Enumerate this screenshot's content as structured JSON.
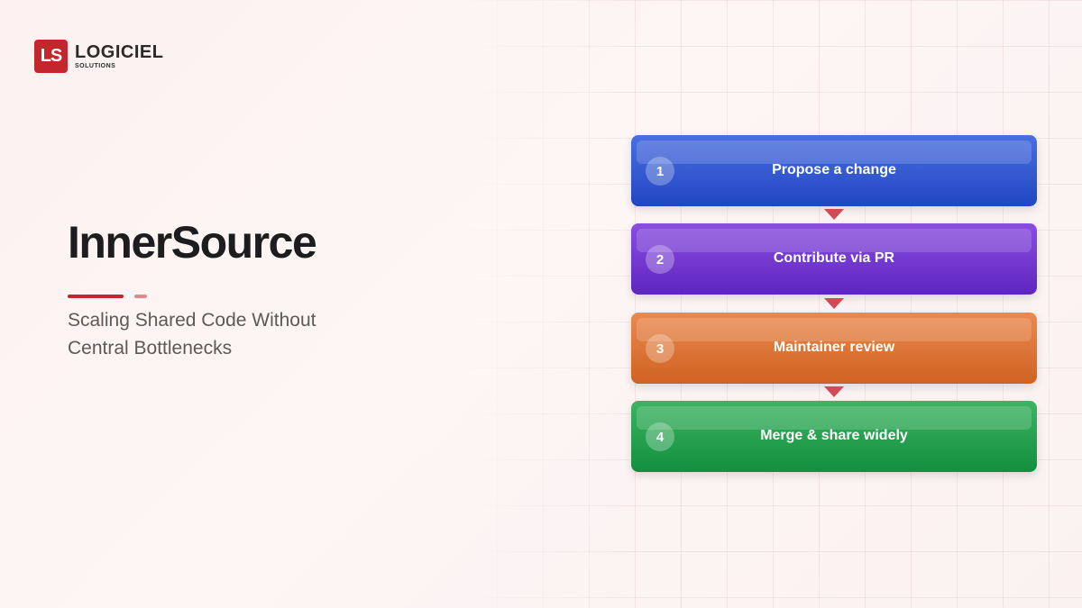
{
  "logo": {
    "mark": "LS",
    "name": "LOGICIEL",
    "sub": "SOLUTIONS"
  },
  "title": "InnerSource",
  "subtitle_lines": [
    "Scaling Shared Code Without",
    "Central Bottlenecks"
  ],
  "steps": [
    {
      "num": "1",
      "label": "Propose a change",
      "color_top": "#4a6fe0",
      "color_bottom": "#2146c2"
    },
    {
      "num": "2",
      "label": "Contribute via PR",
      "color_top": "#8a4ee0",
      "color_bottom": "#5e26c0"
    },
    {
      "num": "3",
      "label": "Maintainer review",
      "color_top": "#ea8a4f",
      "color_bottom": "#cf6222"
    },
    {
      "num": "4",
      "label": "Merge & share widely",
      "color_top": "#3db462",
      "color_bottom": "#128f3e"
    }
  ],
  "colors": {
    "brand": "#c1272d",
    "arrow": "#d24a56"
  }
}
